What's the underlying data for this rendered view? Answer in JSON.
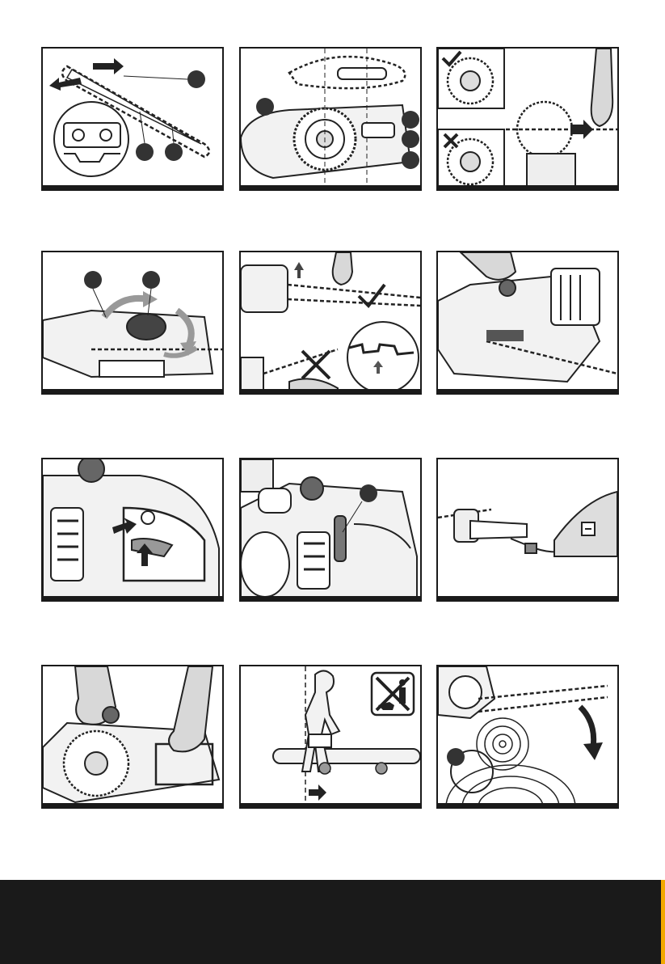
{
  "page": {
    "background": "#ffffff",
    "footer_color": "#1a1a1a",
    "accent_color": "#f2a900"
  },
  "panels": [
    {
      "id": "chain-orientation",
      "icons": [
        "chain-loop",
        "direction-arrows",
        "callout-circle"
      ],
      "callouts": 3
    },
    {
      "id": "sprocket-fit",
      "icons": [
        "sprocket",
        "guide-bar",
        "callout-circle"
      ],
      "callouts": 4
    },
    {
      "id": "correct-incorrect-fit",
      "icons": [
        "check-mark-icon",
        "cross-mark-icon",
        "hand"
      ],
      "callouts": 0
    },
    {
      "id": "tighten-knob",
      "icons": [
        "rotate-arrows",
        "knob"
      ],
      "callouts": 2
    },
    {
      "id": "chain-tension-check",
      "icons": [
        "check-mark-icon",
        "cross-mark-icon",
        "hand"
      ],
      "callouts": 0
    },
    {
      "id": "saw-overview",
      "icons": [
        "hand",
        "oil-cap"
      ],
      "callouts": 0
    },
    {
      "id": "lock-off-switch",
      "icons": [
        "arrow-icon"
      ],
      "callouts": 0
    },
    {
      "id": "oil-window",
      "icons": [
        "callout-circle"
      ],
      "callouts": 1
    },
    {
      "id": "power-connection",
      "icons": [
        "plug",
        "socket"
      ],
      "callouts": 0
    },
    {
      "id": "two-handed-grip",
      "icons": [
        "hand"
      ],
      "callouts": 0
    },
    {
      "id": "safe-stance",
      "icons": [
        "no-bystanders-icon",
        "arrow-icon"
      ],
      "callouts": 2
    },
    {
      "id": "cutting-log",
      "icons": [
        "curved-arrow-icon",
        "callout-circle"
      ],
      "callouts": 1
    }
  ]
}
